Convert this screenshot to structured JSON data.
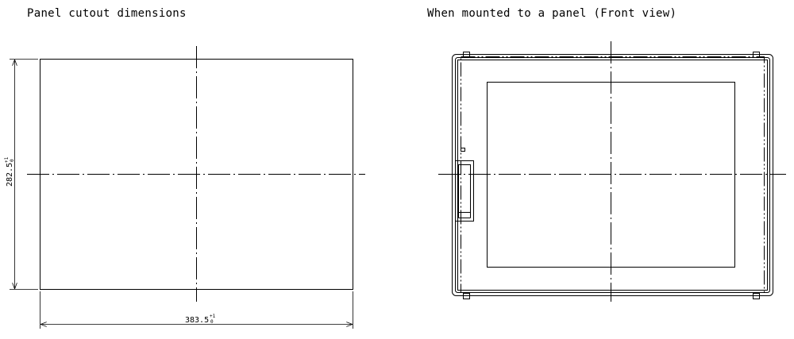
{
  "left_panel": {
    "title": "Panel cutout dimensions",
    "height_dim": {
      "value": "282.5",
      "tolerance_upper": "+1",
      "tolerance_lower": "0"
    },
    "width_dim": {
      "value": "383.5",
      "tolerance_upper": "+1",
      "tolerance_lower": "0"
    }
  },
  "right_panel": {
    "title": "When mounted to a panel (Front view)"
  },
  "colors": {
    "line": "#000000",
    "background": "#ffffff"
  }
}
